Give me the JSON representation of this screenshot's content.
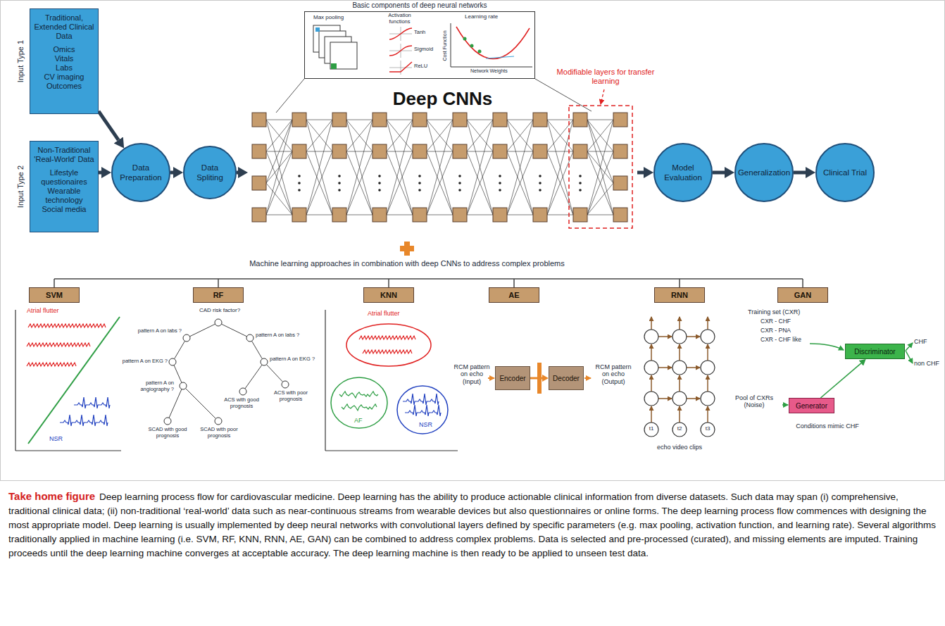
{
  "diagram": {
    "title": "Take home figure",
    "caption": "Deep learning process flow for cardiovascular medicine. Deep learning has the ability to produce actionable clinical information from diverse datasets. Such data may span (i) comprehensive, traditional clinical data; (ii) non-traditional ‘real-world’ data such as near-continuous streams from wearable devices but also questionnaires or online forms. The deep learning process flow commences with designing the most appropriate model. Deep learning is usually implemented by deep neural networks with convolutional layers defined by specific parameters (e.g. max pooling, activation function, and learning rate). Several algorithms traditionally applied in machine learning (i.e. SVM, RF, KNN, RNN, AE, GAN) can be combined to address complex problems. Data is selected and pre-processed (curated), and missing elements are imputed. Training proceeds until the deep learning machine converges at acceptable accuracy. The deep learning machine is then ready to be applied to unseen test data.",
    "nodes": [
      {
        "text": [
          "Input Type 1",
          "Traditional, Extended Clinical Data",
          "Omics",
          "Vitals",
          "Labs",
          "CV imaging",
          "Outcomes"
        ]
      },
      {
        "text": [
          "Input Type 2",
          "Non-Traditional 'Real-World' Data",
          "Lifestyle questionaires",
          "Wearable technology",
          "Social media"
        ]
      },
      {
        "text": [
          "Data Preparation"
        ]
      },
      {
        "text": [
          "Data Spliting"
        ]
      },
      {
        "text": [
          "Basic components of deep neural networks"
        ]
      },
      {
        "text": [
          "Deep CNNs"
        ]
      },
      {
        "text": [
          "Model Evaluation"
        ]
      },
      {
        "text": [
          "Generalization"
        ]
      },
      {
        "text": [
          "Clinical Trial"
        ]
      },
      {
        "text": [
          "SVM"
        ]
      },
      {
        "text": [
          "RF"
        ]
      },
      {
        "text": [
          "KNN"
        ]
      },
      {
        "text": [
          "AE"
        ]
      },
      {
        "text": [
          "RNN"
        ]
      },
      {
        "text": [
          "GAN"
        ]
      },
      {
        "text": [
          "Encoder"
        ]
      },
      {
        "text": [
          "Decoder"
        ]
      },
      {
        "text": [
          "Discriminator"
        ]
      },
      {
        "text": [
          "Generator"
        ]
      }
    ],
    "edges": [
      {
        "from": 0,
        "to": 2,
        "arrow": "to"
      },
      {
        "from": 1,
        "to": 2,
        "arrow": "to"
      },
      {
        "from": 2,
        "to": 3,
        "arrow": "to"
      },
      {
        "from": 3,
        "to": 5,
        "arrow": "to"
      },
      {
        "from": 5,
        "to": 6,
        "arrow": "to"
      },
      {
        "from": 6,
        "to": 7,
        "arrow": "to"
      },
      {
        "from": 7,
        "to": 8,
        "arrow": "to"
      },
      {
        "from": 15,
        "to": 16,
        "arrow": "to"
      },
      {
        "from": 18,
        "to": 17,
        "arrow": "to"
      }
    ],
    "labels": [
      "Max pooling",
      "Activation functions",
      "Tanh",
      "Sigmoid",
      "ReLU",
      "Learning rate",
      "Cost Function",
      "Network Weights",
      "Modifiable layers for transfer learning",
      "Machine learning approaches in combination with deep CNNs to address complex problems",
      "Atrial flutter",
      "NSR",
      "CAD risk factor?",
      "pattern A on labs ?",
      "pattern A on labs ?",
      "pattern A on EKG ?",
      "pattern A on EKG ?",
      "pattern A on angiography ?",
      "ACS with good prognosis",
      "ACS with poor prognosis",
      "SCAD with good prognosis",
      "SCAD with poor prognosis",
      "Atrial flutter",
      "AF",
      "NSR",
      "RCM pattern on echo (Input)",
      "RCM pattern on echo (Output)",
      "t1",
      "t2",
      "t3",
      "echo video clips",
      "Training set (CXR)",
      "CXR - CHF",
      "CXR - PNA",
      "CXR - CHF like",
      "Pool of CXRs (Noise)",
      "Conditions mimic CHF",
      "CHF",
      "non CHF"
    ]
  }
}
